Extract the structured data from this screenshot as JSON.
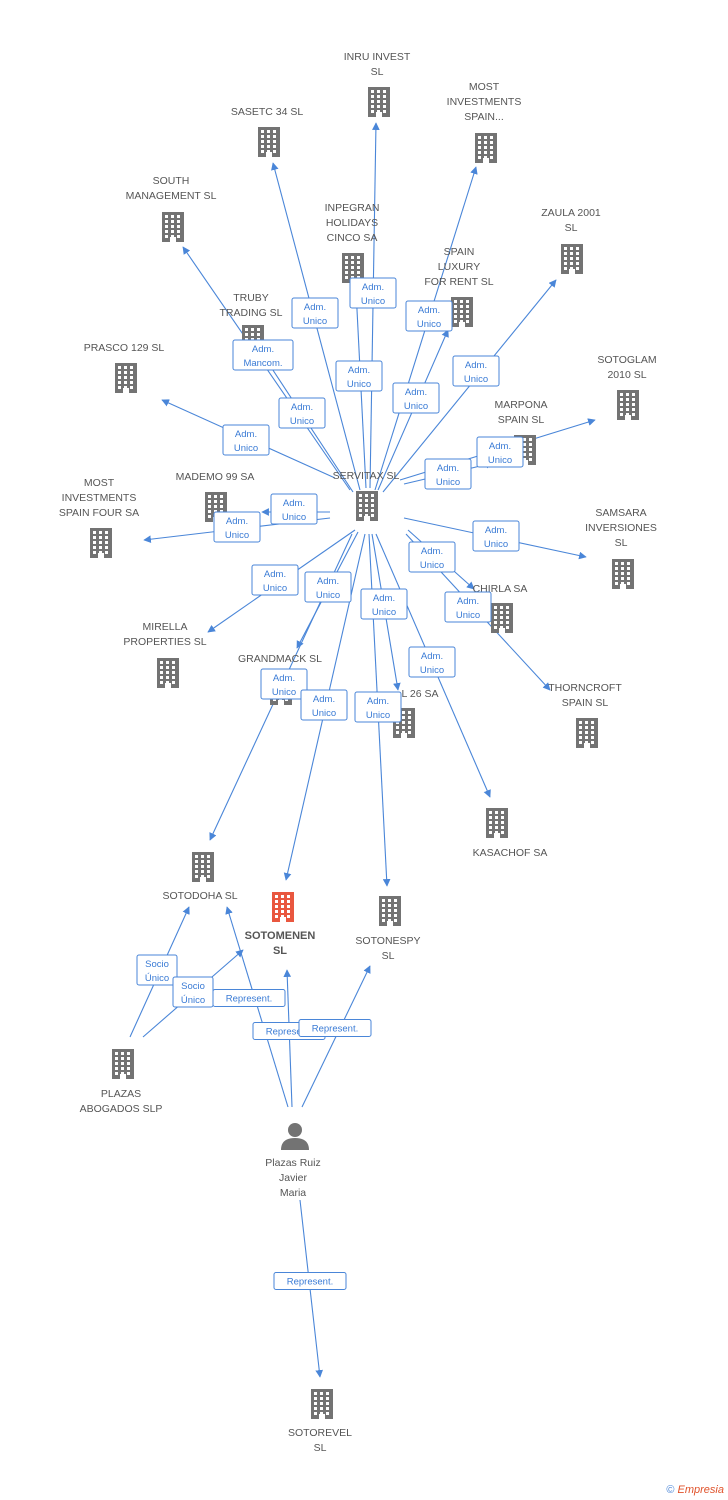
{
  "colors": {
    "edge": "#4a86d8",
    "building": "#737373",
    "building_focus": "#e9573f",
    "person": "#737373",
    "label_text": "#555555"
  },
  "nodes": {
    "inru": {
      "lines": [
        "INRU INVEST",
        "SL"
      ],
      "icon": "building-icon"
    },
    "mostinv": {
      "lines": [
        "MOST",
        "INVESTMENTS",
        "SPAIN..."
      ],
      "icon": "building-icon"
    },
    "sasetc": {
      "lines": [
        "SASETC 34  SL"
      ],
      "icon": "building-icon"
    },
    "south": {
      "lines": [
        "SOUTH",
        "MANAGEMENT SL"
      ],
      "icon": "building-icon"
    },
    "inpegran": {
      "lines": [
        "INPEGRAN",
        "HOLIDAYS",
        "CINCO SA"
      ],
      "icon": "building-icon"
    },
    "zaula": {
      "lines": [
        "ZAULA 2001",
        "SL"
      ],
      "icon": "building-icon"
    },
    "spainlux": {
      "lines": [
        "SPAIN",
        "LUXURY",
        "FOR RENT  SL"
      ],
      "icon": "building-icon"
    },
    "truby": {
      "lines": [
        "TRUBY",
        "TRADING SL"
      ],
      "icon": "building-icon"
    },
    "prasco": {
      "lines": [
        "PRASCO 129 SL"
      ],
      "icon": "building-icon"
    },
    "sotoglam": {
      "lines": [
        "SOTOGLAM",
        "2010 SL"
      ],
      "icon": "building-icon"
    },
    "marpona": {
      "lines": [
        "MARPONA",
        "SPAIN SL"
      ],
      "icon": "building-icon"
    },
    "servitax": {
      "lines": [
        "SERVITAX SL"
      ],
      "icon": "building-icon"
    },
    "mademo": {
      "lines": [
        "MADEMO 99 SA"
      ],
      "icon": "building-icon"
    },
    "mostfour": {
      "lines": [
        "MOST",
        "INVESTMENTS",
        "SPAIN FOUR SA"
      ],
      "icon": "building-icon"
    },
    "samsara": {
      "lines": [
        "SAMSARA",
        "INVERSIONES",
        "SL"
      ],
      "icon": "building-icon"
    },
    "chirla": {
      "lines": [
        "CHIRLA SA"
      ],
      "icon": "building-icon"
    },
    "mirella": {
      "lines": [
        "MIRELLA",
        "PROPERTIES SL"
      ],
      "icon": "building-icon"
    },
    "grandmack": {
      "lines": [
        "GRANDMACK SL"
      ],
      "icon": "building-icon"
    },
    "l26": {
      "lines": [
        "L 26 SA"
      ],
      "icon": "building-icon"
    },
    "thorncroft": {
      "lines": [
        "THORNCROFT",
        "SPAIN  SL"
      ],
      "icon": "building-icon"
    },
    "kasachof": {
      "lines": [
        "KASACHOF SA"
      ],
      "icon": "building-icon"
    },
    "sotodoha": {
      "lines": [
        "SOTODOHA  SL"
      ],
      "icon": "building-icon"
    },
    "sotomenen": {
      "lines": [
        "SOTOMENEN",
        "SL"
      ],
      "icon": "building-icon"
    },
    "sotonespy": {
      "lines": [
        "SOTONESPY",
        "SL"
      ],
      "icon": "building-icon"
    },
    "plazasabog": {
      "lines": [
        "PLAZAS",
        "ABOGADOS SLP"
      ],
      "icon": "building-icon"
    },
    "person": {
      "lines": [
        "Plazas Ruiz",
        "Javier",
        "Maria"
      ],
      "icon": "person-icon"
    },
    "sotorevel": {
      "lines": [
        "SOTOREVEL",
        "SL"
      ],
      "icon": "building-icon"
    }
  },
  "relations": [
    {
      "from": "servitax",
      "to": "sasetc",
      "lines": [
        "Adm.",
        "Unico"
      ]
    },
    {
      "from": "servitax",
      "to": "inru",
      "lines": [
        "Adm.",
        "Unico"
      ]
    },
    {
      "from": "servitax",
      "to": "mostinv",
      "lines": [
        "Adm.",
        "Unico"
      ]
    },
    {
      "from": "servitax",
      "to": "inpegran",
      "lines": [
        "Adm.",
        "Unico"
      ]
    },
    {
      "from": "servitax",
      "to": "spainlux",
      "lines": [
        "Adm.",
        "Unico"
      ]
    },
    {
      "from": "servitax",
      "to": "zaula",
      "lines": [
        "Adm.",
        "Unico"
      ]
    },
    {
      "from": "servitax",
      "to": "south",
      "lines": [
        "Adm.",
        "Mancom."
      ]
    },
    {
      "from": "servitax",
      "to": "truby",
      "lines": [
        "Adm.",
        "Unico"
      ]
    },
    {
      "from": "servitax",
      "to": "prasco",
      "lines": [
        "Adm.",
        "Unico"
      ]
    },
    {
      "from": "servitax",
      "to": "sotoglam",
      "lines": [
        "Adm.",
        "Unico"
      ]
    },
    {
      "from": "servitax",
      "to": "marpona",
      "lines": [
        "Adm.",
        "Unico"
      ]
    },
    {
      "from": "servitax",
      "to": "mademo",
      "lines": [
        "Adm.",
        "Unico"
      ]
    },
    {
      "from": "servitax",
      "to": "mostfour",
      "lines": [
        "Adm.",
        "Unico"
      ]
    },
    {
      "from": "servitax",
      "to": "samsara",
      "lines": [
        "Adm.",
        "Unico"
      ]
    },
    {
      "from": "servitax",
      "to": "chirla",
      "lines": [
        "Adm.",
        "Unico"
      ]
    },
    {
      "from": "servitax",
      "to": "thorncroft",
      "lines": [
        "Adm.",
        "Unico"
      ]
    },
    {
      "from": "servitax",
      "to": "mirella",
      "lines": [
        "Adm.",
        "Unico"
      ]
    },
    {
      "from": "servitax",
      "to": "grandmack",
      "lines": [
        "Adm.",
        "Unico"
      ]
    },
    {
      "from": "servitax",
      "to": "sotodoha",
      "lines": [
        "Adm.",
        "Unico"
      ]
    },
    {
      "from": "servitax",
      "to": "sotomenen",
      "lines": [
        "Adm.",
        "Unico"
      ]
    },
    {
      "from": "servitax",
      "to": "l26",
      "lines": [
        "Adm.",
        "Unico"
      ]
    },
    {
      "from": "servitax",
      "to": "sotonespy",
      "lines": [
        "Adm.",
        "Unico"
      ]
    },
    {
      "from": "servitax",
      "to": "kasachof",
      "lines": [
        "Adm.",
        "Unico"
      ]
    },
    {
      "from": "plazasabog",
      "to": "sotodoha",
      "lines": [
        "Socio",
        "Único"
      ]
    },
    {
      "from": "plazasabog",
      "to": "sotomenen",
      "lines": [
        "Socio",
        "Único"
      ]
    },
    {
      "from": "person",
      "to": "sotodoha",
      "lines": [
        "Represent."
      ]
    },
    {
      "from": "person",
      "to": "sotomenen",
      "lines": [
        "Represent."
      ]
    },
    {
      "from": "person",
      "to": "sotonespy",
      "lines": [
        "Represent."
      ]
    },
    {
      "from": "person",
      "to": "sotorevel",
      "lines": [
        "Represent."
      ]
    }
  ],
  "footer": {
    "copyright": "©",
    "brand": "Empresia"
  }
}
